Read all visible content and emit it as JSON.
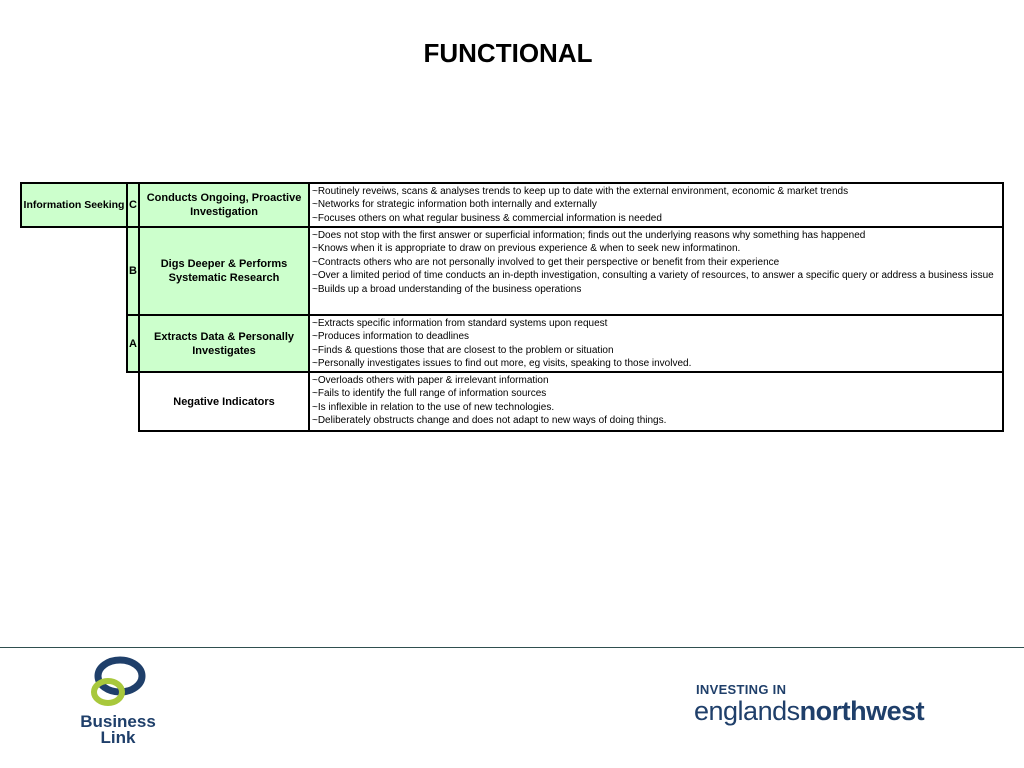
{
  "title": "FUNCTIONAL",
  "competency": "Information Seeking",
  "levels": [
    {
      "letter": "C",
      "heading": "Conducts Ongoing, Proactive Investigation",
      "lines": [
        "~Routinely reveiws, scans & analyses trends to keep up to date with the external environment, economic & market trends",
        "~Networks for strategic information both internally and externally",
        "~Focuses others on what regular business & commercial information is needed"
      ]
    },
    {
      "letter": "B",
      "heading": "Digs Deeper & Performs Systematic Research",
      "lines": [
        "~Does not stop with the first answer or superficial information; finds out the underlying reasons why something has happened",
        "~Knows when it is appropriate to draw on previous experience & when to seek new informatinon.",
        "~Contracts others who are not personally involved to get their perspective or benefit from their experience",
        "~Over a limited  period of time conducts an in-depth investigation, consulting a variety of resources, to answer a specific query or address a business issue",
        "~Builds up a broad understanding of the business operations"
      ]
    },
    {
      "letter": "A",
      "heading": "Extracts Data & Personally Investigates",
      "lines": [
        "~Extracts specific information from standard systems upon request",
        "~Produces information to deadlines",
        "~Finds & questions those that are closest to the problem or situation",
        "~Personally investigates issues to find out more, eg visits, speaking to those involved."
      ]
    }
  ],
  "negative": {
    "heading": "Negative Indicators",
    "lines": [
      "~Overloads others with paper & irrelevant information",
      "~Fails to identify the full range of information sources",
      "~Is inflexible in relation to the use of new technologies.",
      "~Deliberately obstructs change and does not adapt to new ways of doing things."
    ]
  },
  "footer": {
    "left_logo": {
      "line1": "Business",
      "line2": "Link"
    },
    "right_logo": {
      "top": "INVESTING IN",
      "light": "englands",
      "bold": "northwest"
    }
  },
  "colors": {
    "green_fill": "#ccffcc",
    "logo_blue": "#1f3f6a",
    "logo_green": "#a8c83c"
  }
}
